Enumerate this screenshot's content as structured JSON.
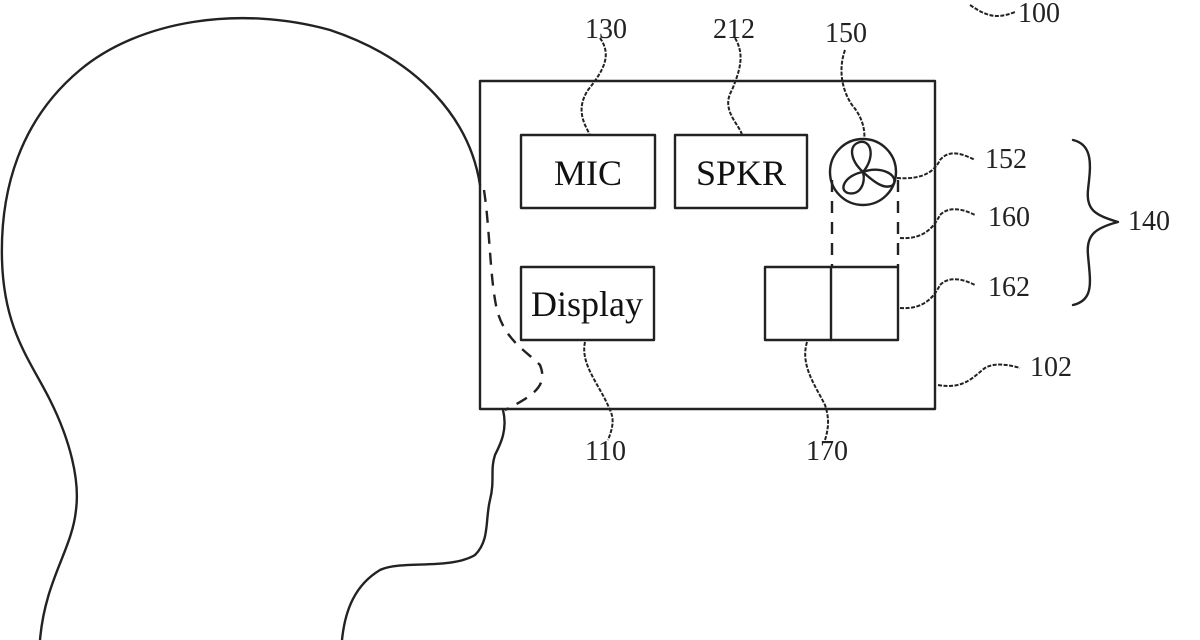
{
  "figure": {
    "figure_ref": "100",
    "components": {
      "mic": {
        "label": "MIC",
        "ref": "130"
      },
      "speaker": {
        "label": "SPKR",
        "ref": "212"
      },
      "display": {
        "label": "Display",
        "ref": "110"
      },
      "fan": {
        "ref": "150",
        "icon": "fan-icon"
      },
      "fan_part": {
        "ref": "152"
      },
      "duct": {
        "ref": "160"
      },
      "duct_outlet": {
        "ref": "162"
      },
      "thermal_block": {
        "ref": "170"
      },
      "housing": {
        "ref": "102"
      },
      "cooling_system_group": {
        "ref": "140"
      }
    }
  }
}
